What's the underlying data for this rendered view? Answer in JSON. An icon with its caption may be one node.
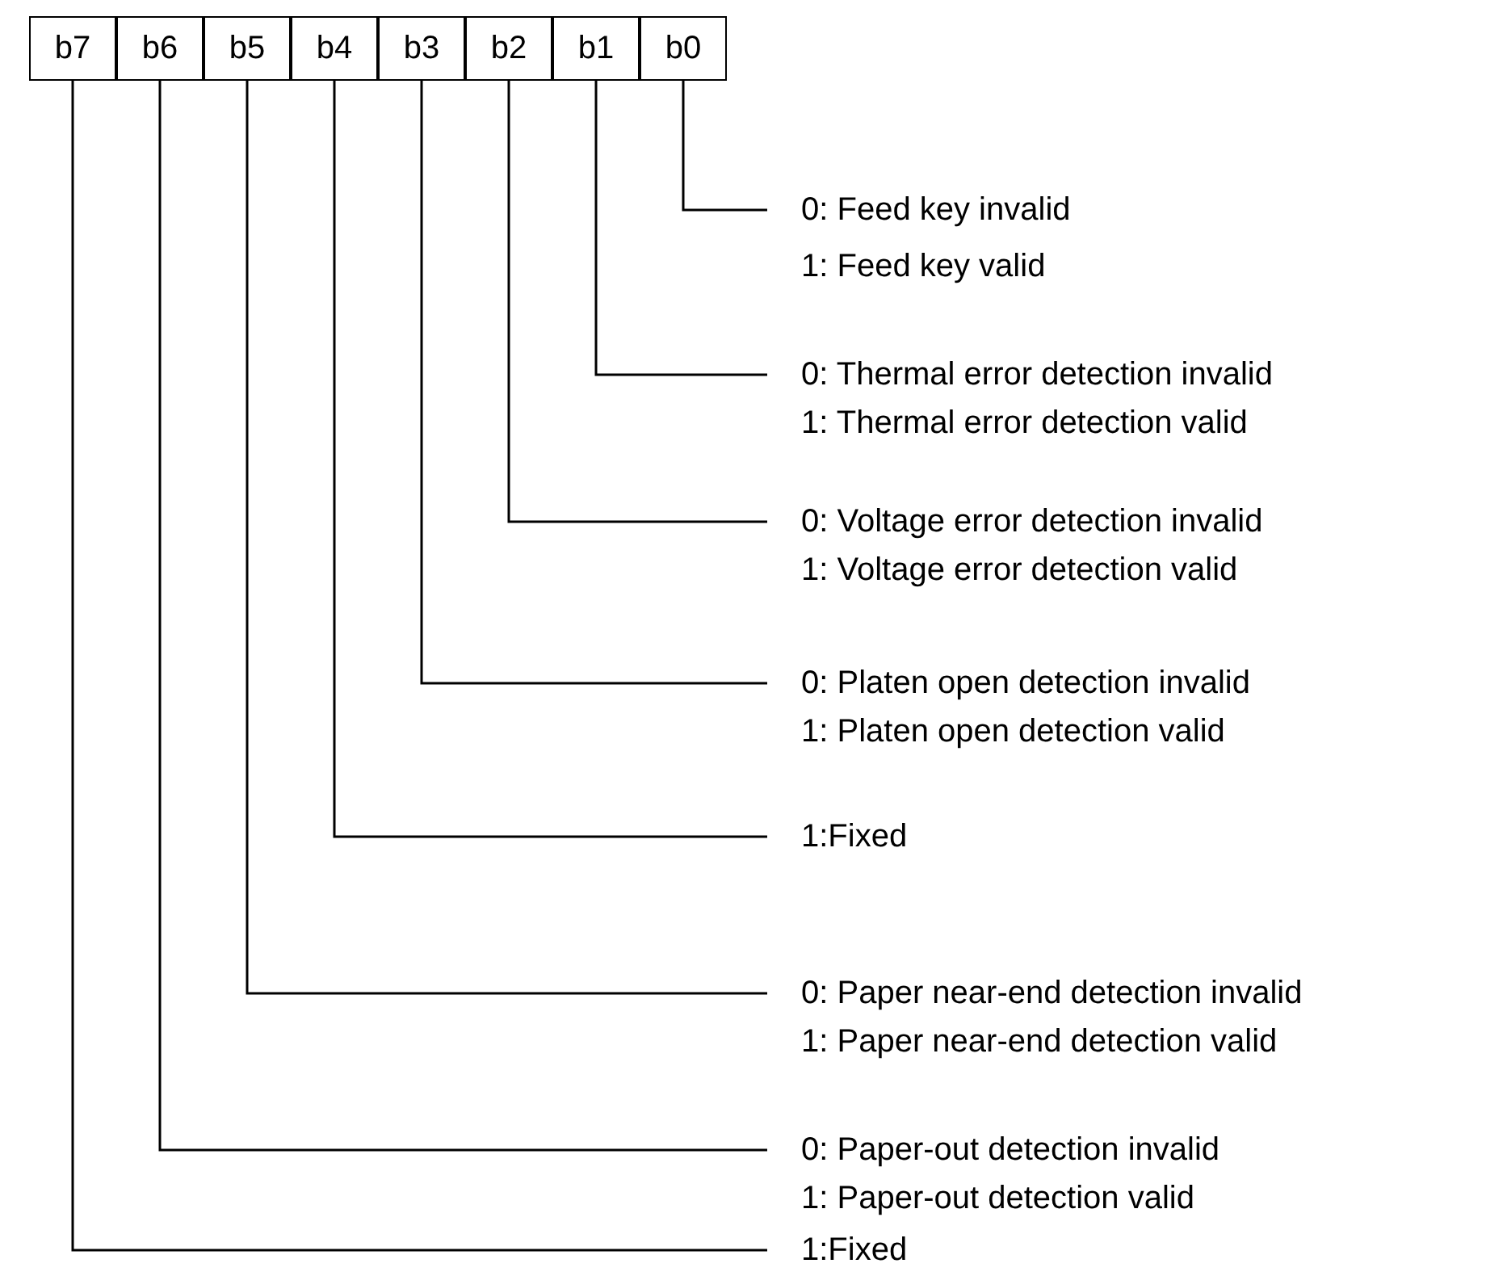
{
  "diagram": {
    "nodes": [
      {
        "text": [
          "b7"
        ]
      },
      {
        "text": [
          "b6"
        ]
      },
      {
        "text": [
          "b5"
        ]
      },
      {
        "text": [
          "b4"
        ]
      },
      {
        "text": [
          "b3"
        ]
      },
      {
        "text": [
          "b2"
        ]
      },
      {
        "text": [
          "b1"
        ]
      },
      {
        "text": [
          "b0"
        ]
      },
      {
        "text": [
          "0: Feed key invalid",
          "1: Feed key valid"
        ]
      },
      {
        "text": [
          "0: Thermal error detection invalid",
          "1: Thermal error detection valid"
        ]
      },
      {
        "text": [
          "0: Voltage error detection invalid",
          "1: Voltage error detection valid"
        ]
      },
      {
        "text": [
          "0: Platen open detection invalid",
          "1: Platen open detection valid"
        ]
      },
      {
        "text": [
          "1:Fixed"
        ]
      },
      {
        "text": [
          "0: Paper near-end detection invalid",
          "1: Paper near-end detection valid"
        ]
      },
      {
        "text": [
          "0: Paper-out detection invalid",
          "1: Paper-out detection valid"
        ]
      },
      {
        "text": [
          "1:Fixed"
        ]
      }
    ],
    "edges": [
      {
        "from": 7,
        "to": 8,
        "arrow": "none"
      },
      {
        "from": 6,
        "to": 9,
        "arrow": "none"
      },
      {
        "from": 5,
        "to": 10,
        "arrow": "none"
      },
      {
        "from": 4,
        "to": 11,
        "arrow": "none"
      },
      {
        "from": 3,
        "to": 12,
        "arrow": "none"
      },
      {
        "from": 2,
        "to": 13,
        "arrow": "none"
      },
      {
        "from": 1,
        "to": 14,
        "arrow": "none"
      },
      {
        "from": 0,
        "to": 15,
        "arrow": "none"
      }
    ]
  }
}
